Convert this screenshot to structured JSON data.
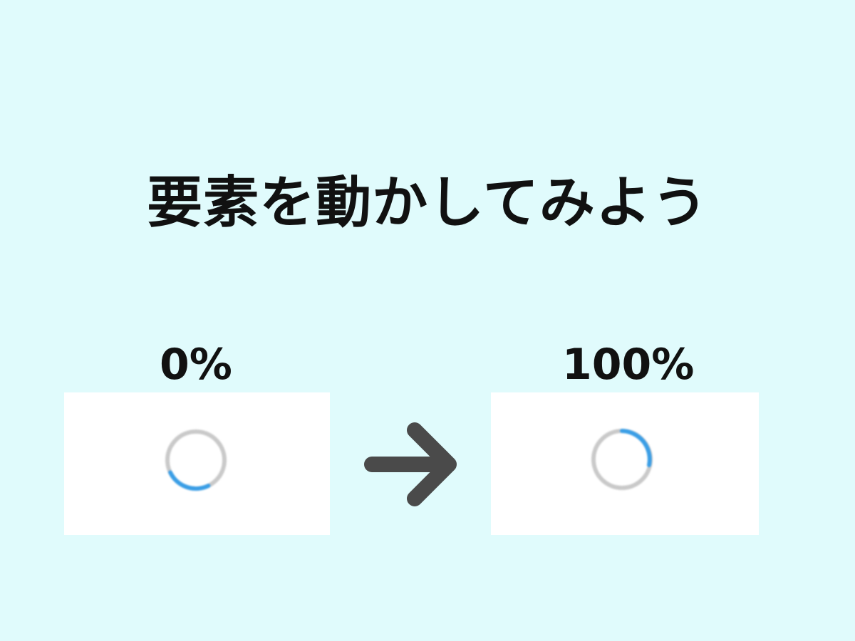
{
  "title": "要素を動かしてみよう",
  "states": [
    {
      "label": "0%",
      "progress_percent": 0,
      "arc_color": "#3a9ee6",
      "track_color": "#c9c9c9"
    },
    {
      "label": "100%",
      "progress_percent": 100,
      "arc_color": "#3a9ee6",
      "track_color": "#c9c9c9"
    }
  ],
  "arrow_icon": "arrow-right-icon",
  "colors": {
    "background": "#e0fbfc",
    "panel": "#ffffff",
    "arrow": "#4a4a4a",
    "text": "#111111"
  }
}
